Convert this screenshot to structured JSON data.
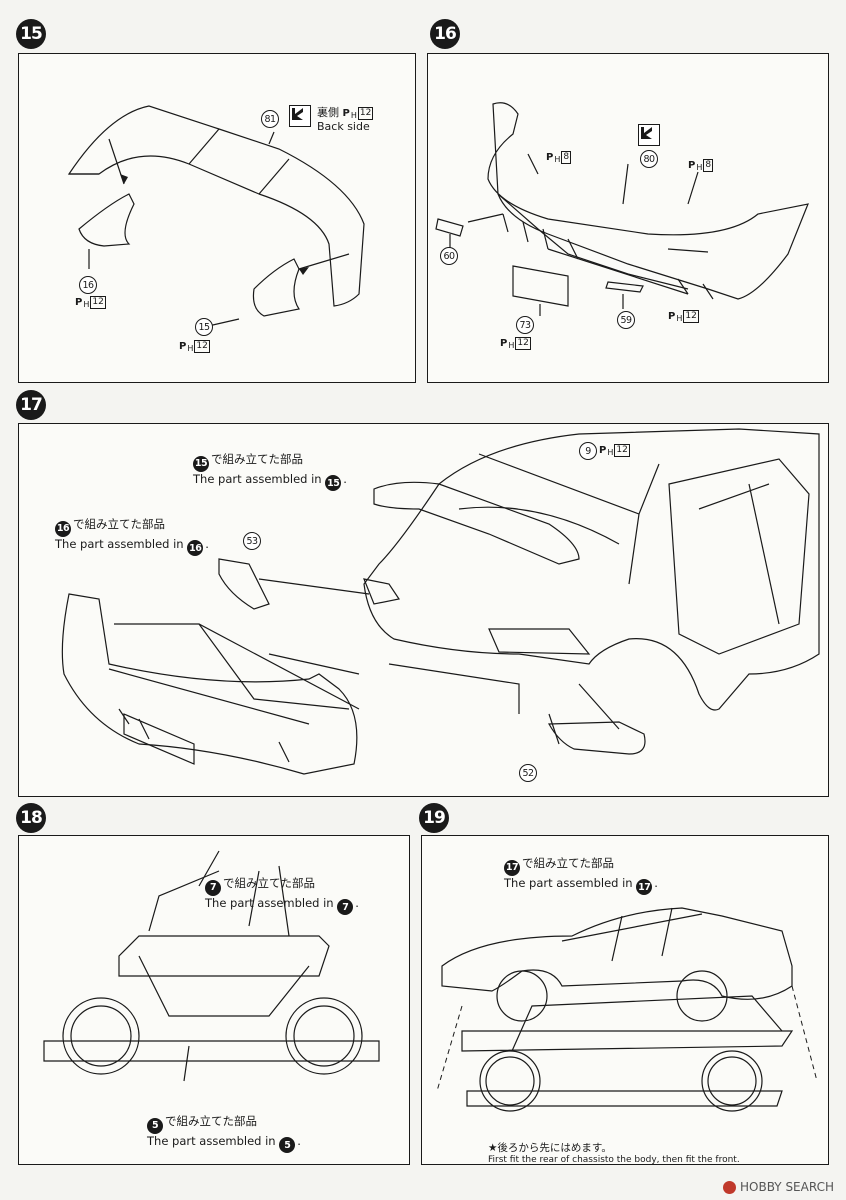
{
  "steps": [
    {
      "number": "15",
      "parts": [
        {
          "id": "81",
          "ph": "12"
        },
        {
          "id": "16",
          "ph": "12"
        },
        {
          "id": "15",
          "ph": "12"
        }
      ],
      "note_jp": "裏側",
      "note_en": "Back side",
      "note_ph": "12"
    },
    {
      "number": "16",
      "parts": [
        {
          "id": "80",
          "ph": "8"
        },
        {
          "id": "60"
        },
        {
          "id": "73",
          "ph": "12"
        },
        {
          "id": "59"
        },
        {
          "id": "ph_left",
          "ph": "8"
        },
        {
          "id": "ph_right",
          "ph": "12"
        }
      ]
    },
    {
      "number": "17",
      "parts": [
        {
          "id": "9",
          "ph": "12"
        },
        {
          "id": "53"
        },
        {
          "id": "52"
        }
      ],
      "callouts": [
        {
          "ref": "15",
          "jp": "で組み立てた部品",
          "en": "The part assembled in"
        },
        {
          "ref": "16",
          "jp": "で組み立てた部品",
          "en": "The part assembled in"
        }
      ]
    },
    {
      "number": "18",
      "callouts": [
        {
          "ref": "7",
          "jp": "で組み立てた部品",
          "en": "The part assembled in"
        },
        {
          "ref": "5",
          "jp": "で組み立てた部品",
          "en": "The part assembled in"
        }
      ]
    },
    {
      "number": "19",
      "callouts": [
        {
          "ref": "17",
          "jp": "で組み立てた部品",
          "en": "The part assembled in"
        }
      ],
      "footnote_jp": "★後ろから先にはめます。",
      "footnote_en": "First fit the rear of chassisto the body, then fit the front."
    }
  ],
  "ph_letter_p": "P",
  "ph_letter_h": "H",
  "period": ".",
  "watermark": "HOBBY SEARCH"
}
